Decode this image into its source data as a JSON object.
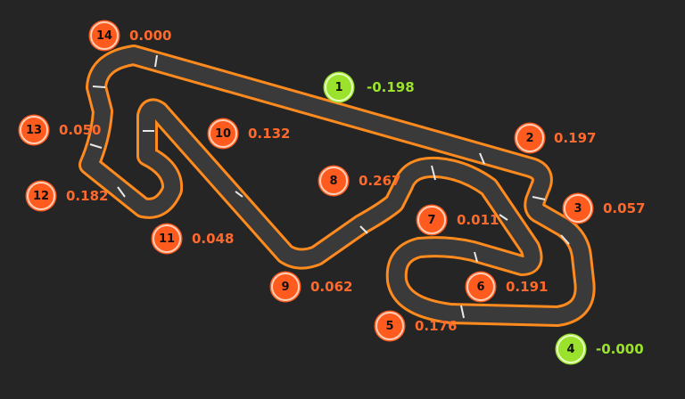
{
  "colors": {
    "background": "#252525",
    "track_surface": "#3a3a3a",
    "track_outline": "#ff8a1e",
    "sector_tick": "#e8e8e8",
    "loss": "#ff5b1f",
    "gain": "#9be22d"
  },
  "corners": [
    {
      "number": "1",
      "delta": "-0.198",
      "status": "gain"
    },
    {
      "number": "2",
      "delta": "0.197",
      "status": "loss"
    },
    {
      "number": "3",
      "delta": "0.057",
      "status": "loss"
    },
    {
      "number": "4",
      "delta": "-0.000",
      "status": "gain"
    },
    {
      "number": "5",
      "delta": "0.176",
      "status": "loss"
    },
    {
      "number": "6",
      "delta": "0.191",
      "status": "loss"
    },
    {
      "number": "7",
      "delta": "0.011",
      "status": "loss"
    },
    {
      "number": "8",
      "delta": "0.267",
      "status": "loss"
    },
    {
      "number": "9",
      "delta": "0.062",
      "status": "loss"
    },
    {
      "number": "10",
      "delta": "0.132",
      "status": "loss"
    },
    {
      "number": "11",
      "delta": "0.048",
      "status": "loss"
    },
    {
      "number": "12",
      "delta": "0.182",
      "status": "loss"
    },
    {
      "number": "13",
      "delta": "0.050",
      "status": "loss"
    },
    {
      "number": "14",
      "delta": "0.000",
      "status": "loss"
    }
  ]
}
